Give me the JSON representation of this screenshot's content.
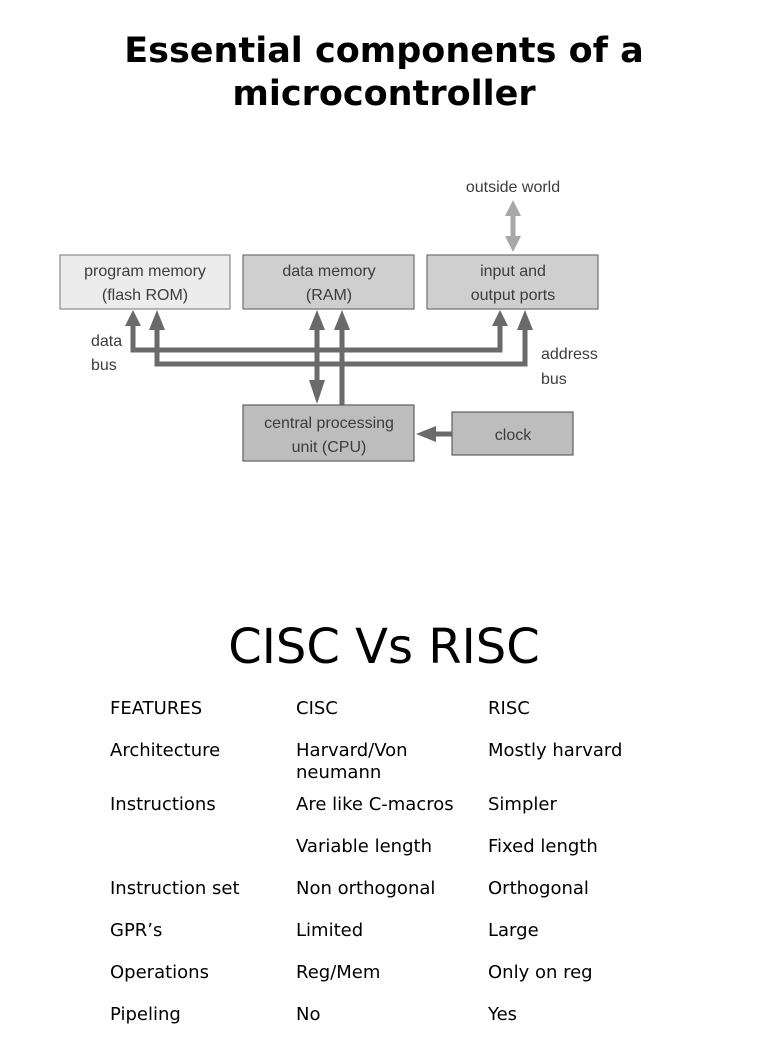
{
  "slide1": {
    "title_line1": "Essential components of a",
    "title_line2": "microcontroller"
  },
  "diagram": {
    "outside_world": "outside world",
    "program_memory": [
      "program memory",
      "(flash ROM)"
    ],
    "data_memory": [
      "data memory",
      "(RAM)"
    ],
    "io_ports": [
      "input and",
      "output ports"
    ],
    "cpu": [
      "central processing",
      "unit (CPU)"
    ],
    "clock": "clock",
    "data_bus": [
      "data",
      "bus"
    ],
    "address_bus": [
      "address",
      "bus"
    ]
  },
  "slide2": {
    "title": "CISC Vs RISC",
    "rows": [
      {
        "feature": "FEATURES",
        "cisc": "CISC",
        "risc": "RISC"
      },
      {
        "feature": "Architecture",
        "cisc": "Harvard/Von neumann",
        "risc": "Mostly harvard"
      },
      {
        "feature": "Instructions",
        "cisc": "Are like C-macros",
        "risc": "Simpler"
      },
      {
        "feature": "",
        "cisc": "Variable length",
        "risc": "Fixed  length"
      },
      {
        "feature": "Instruction set",
        "cisc": "Non orthogonal",
        "risc": "Orthogonal"
      },
      {
        "feature": "GPR’s",
        "cisc": "Limited",
        "risc": "Large"
      },
      {
        "feature": "Operations",
        "cisc": "Reg/Mem",
        "risc": "Only on reg"
      },
      {
        "feature": "Pipeling",
        "cisc": "No",
        "risc": "Yes"
      }
    ]
  }
}
